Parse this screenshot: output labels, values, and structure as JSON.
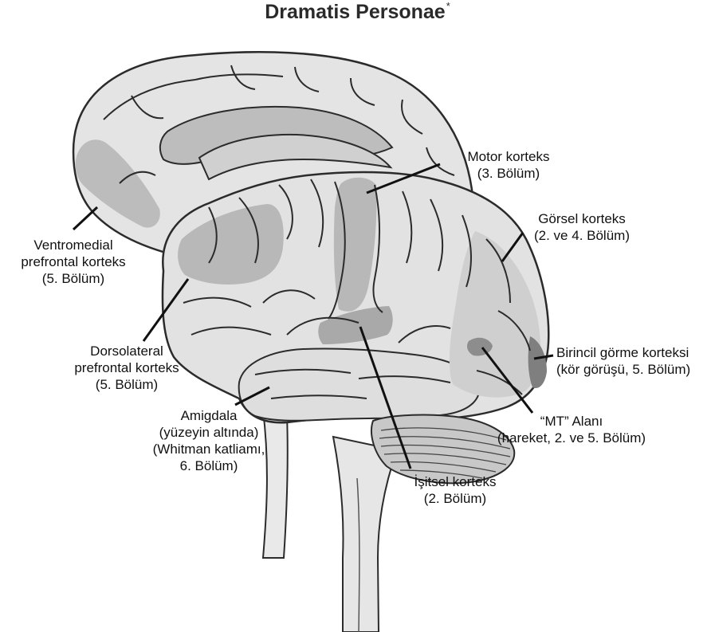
{
  "title": "Dramatis Personae",
  "title_mark": "*",
  "labels": {
    "motor": {
      "line1": "Motor korteks",
      "line2": "(3. Bölüm)"
    },
    "visual": {
      "line1": "Görsel korteks",
      "line2": "(2. ve 4. Bölüm)"
    },
    "vmpfc": {
      "line1": "Ventromedial",
      "line2": "prefrontal korteks",
      "line3": "(5. Bölüm)"
    },
    "dlpfc": {
      "line1": "Dorsolateral",
      "line2": "prefrontal korteks",
      "line3": "(5. Bölüm)"
    },
    "primary_visual": {
      "line1": "Birincil görme korteksi",
      "line2": "(kör görüşü, 5. Bölüm)"
    },
    "mt": {
      "line1": "“MT” Alanı",
      "line2": "(hareket, 2. ve 5. Bölüm)"
    },
    "amygdala": {
      "line1": "Amigdala",
      "line2": "(yüzeyin altında)",
      "line3": "(Whitman katliamı,",
      "line4": "6. Bölüm)"
    },
    "auditory": {
      "line1": "İşitsel korteks",
      "line2": "(2.  Bölüm)"
    }
  },
  "colors": {
    "brain_fill": "#e2e2e2",
    "outline": "#2b2b2b",
    "highlight": "#b9b9b9",
    "dark_highlight": "#8a8a8a"
  }
}
